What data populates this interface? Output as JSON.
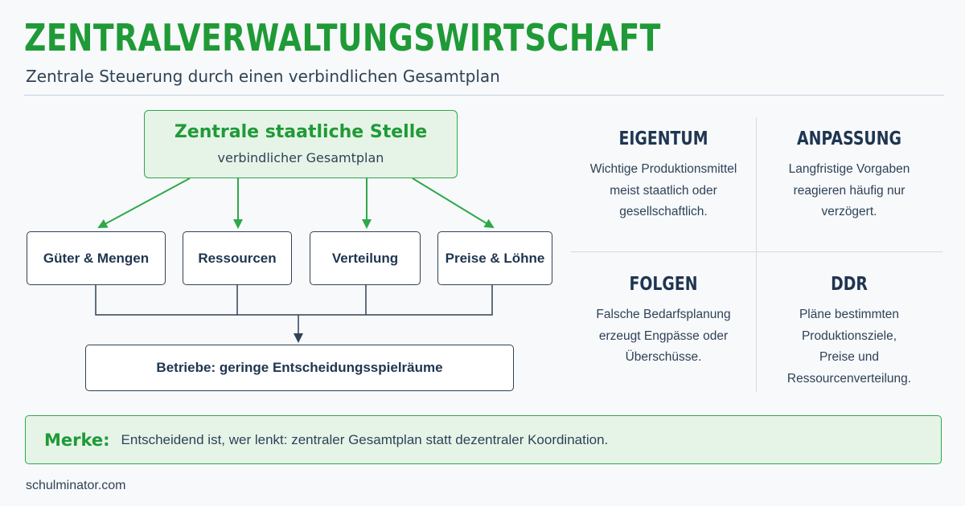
{
  "header": {
    "title": "ZENTRALVERWALTUNGSWIRTSCHAFT",
    "subtitle": "Zentrale Steuerung durch einen verbindlichen Gesamtplan"
  },
  "diagram": {
    "top": {
      "title": "Zentrale staatliche Stelle",
      "subtitle": "verbindlicher Gesamtplan"
    },
    "boxes": [
      "Güter & Mengen",
      "Ressourcen",
      "Verteilung",
      "Preise & Löhne"
    ],
    "bottom": "Betriebe: geringe Entscheidungsspielräume"
  },
  "info": [
    {
      "heading": "EIGENTUM",
      "lines": [
        "Wichtige Produktionsmittel",
        "meist staatlich oder",
        "gesellschaftlich."
      ]
    },
    {
      "heading": "ANPASSUNG",
      "lines": [
        "Langfristige Vorgaben",
        "reagieren häufig nur",
        "verzögert."
      ]
    },
    {
      "heading": "FOLGEN",
      "lines": [
        "Falsche Bedarfsplanung",
        "erzeugt Engpässe oder",
        "Überschüsse."
      ]
    },
    {
      "heading": "DDR",
      "lines": [
        "Pläne bestimmten",
        "Produktionsziele,",
        "Preise und",
        "Ressourcenverteilung."
      ]
    }
  ],
  "merke": {
    "label": "Merke:",
    "text": "Entscheidend ist, wer lenkt: zentraler Gesamtplan statt dezentraler Koordination."
  },
  "footer": "schulminator.com",
  "colors": {
    "accent_green": "#1f9a36",
    "navy": "#1f3550",
    "light_green_bg": "#e6f4e8"
  }
}
